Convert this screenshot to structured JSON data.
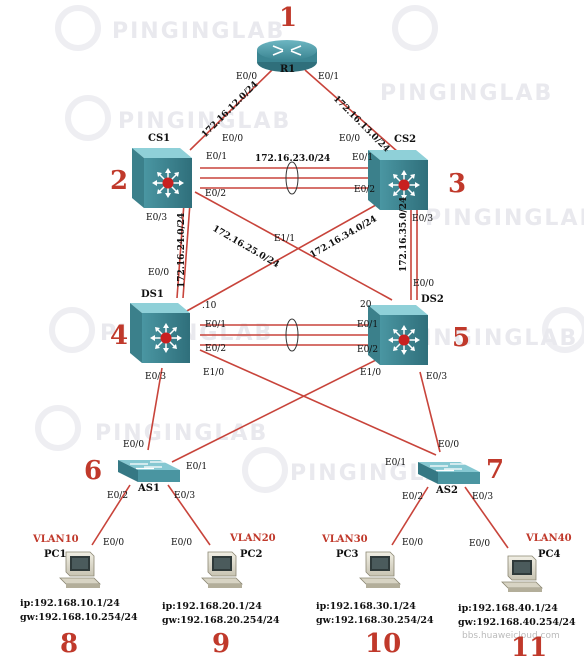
{
  "watermark": {
    "brand": "PINGINGLAB",
    "site": "bbs.huaweicloud.com"
  },
  "devices": {
    "r1": {
      "label": "R1",
      "num": "1"
    },
    "cs1": {
      "label": "CS1",
      "num": "2"
    },
    "cs2": {
      "label": "CS2",
      "num": "3"
    },
    "ds1": {
      "label": "DS1",
      "num": "4"
    },
    "ds2": {
      "label": "DS2",
      "num": "5"
    },
    "as1": {
      "label": "AS1",
      "num": "6"
    },
    "as2": {
      "label": "AS2",
      "num": "7"
    }
  },
  "pcs": [
    {
      "label": "PC1",
      "vlan": "VLAN10",
      "ip": "ip:192.168.10.1/24",
      "gw": "gw:192.168.10.254/24",
      "num": "8",
      "port": "E0/0"
    },
    {
      "label": "PC2",
      "vlan": "VLAN20",
      "ip": "ip:192.168.20.1/24",
      "gw": "gw:192.168.20.254/24",
      "num": "9",
      "port": "E0/0"
    },
    {
      "label": "PC3",
      "vlan": "VLAN30",
      "ip": "ip:192.168.30.1/24",
      "gw": "gw:192.168.30.254/24",
      "num": "10",
      "port": "E0/0"
    },
    {
      "label": "PC4",
      "vlan": "VLAN40",
      "ip": "ip:192.168.40.1/24",
      "gw": "gw:192.168.40.254/24",
      "num": "11",
      "port": "E0/0"
    }
  ],
  "subnets": {
    "r1_cs1": "172.16.12.0/24",
    "r1_cs2": "172.16.13.0/24",
    "cs1_cs2": "172.16.23.0/24",
    "cs1_ds1": "172.16.24.0/24",
    "cs1_ds2": "172.16.25.0/24",
    "cs2_ds1": "172.16.34.0/24",
    "cs2_ds2": "172.16.35.0/24"
  },
  "interfaces": {
    "r1_e00": "E0/0",
    "r1_e01": "E0/1",
    "cs1_e00": "E0/0",
    "cs1_e01": "E0/1",
    "cs1_e02": "E0/2",
    "cs1_e03": "E0/3",
    "cs2_e00": "E0/0",
    "cs2_e01": "E0/1",
    "cs2_e02": "E0/2",
    "cs2_e03": "E0/3",
    "cs2_e11": "E1/1",
    "ds1_e00": "E0/0",
    "ds1_e01": "E0/1",
    "ds1_e02": "E0/2",
    "ds1_e03": "E0/3",
    "ds1_e10": "E1/0",
    "ds1_host": ".10",
    "ds2_e00": "E0/0",
    "ds2_e01": "E0/1",
    "ds2_e02": "E0/2",
    "ds2_e03": "E0/3",
    "ds2_e10": "E1/0",
    "ds2_host": "20",
    "as1_e00": "E0/0",
    "as1_e01": "E0/1",
    "as1_e02": "E0/2",
    "as1_e03": "E0/3",
    "as2_e00": "E0/0",
    "as2_e01": "E0/1",
    "as2_e02": "E0/2",
    "as2_e03": "E0/3"
  }
}
